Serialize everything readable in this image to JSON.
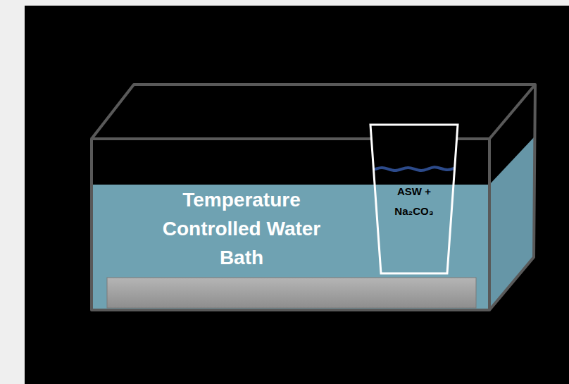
{
  "diagram": {
    "nodes": [
      {
        "text": [
          "Temperature Controlled Water Bath"
        ]
      },
      {
        "text": [
          "ASW + Na₂CO₃"
        ],
        "in": 0
      }
    ]
  }
}
